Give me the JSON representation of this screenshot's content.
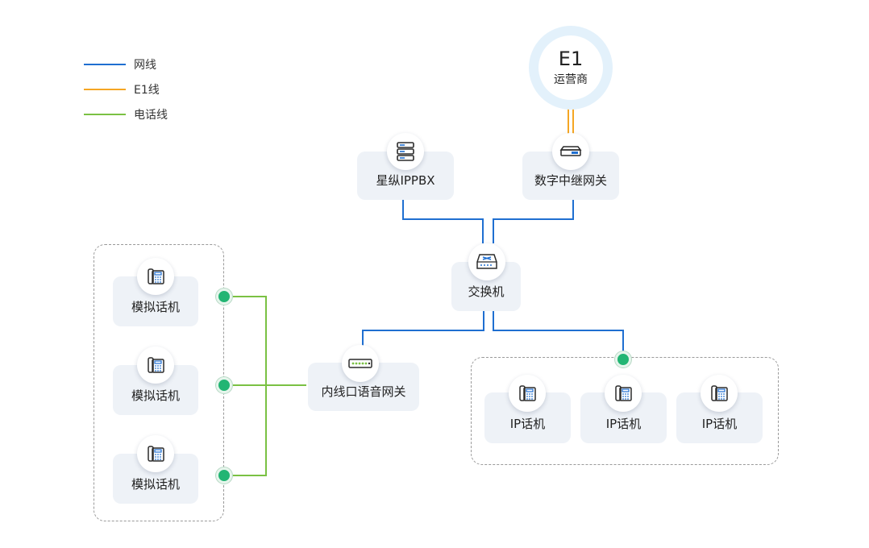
{
  "legend": [
    {
      "label": "网线",
      "color": "#1f6fd1"
    },
    {
      "label": "E1线",
      "color": "#f5a623"
    },
    {
      "label": "电话线",
      "color": "#7ac143"
    }
  ],
  "carrier": {
    "title": "E1",
    "subtitle": "运营商"
  },
  "nodes": {
    "pbx": "星纵IPPBX",
    "trunk_gateway": "数字中继网关",
    "switch": "交换机",
    "fxs_gateway": "内线口语音网关",
    "analog_phones": [
      "模拟话机",
      "模拟话机",
      "模拟话机"
    ],
    "ip_phones": [
      "IP话机",
      "IP话机",
      "IP话机"
    ]
  },
  "colors": {
    "lan": "#1f6fd1",
    "e1": "#f5a623",
    "phone_line": "#7ac143",
    "node_bg": "#eef2f7",
    "port_dot": "#22b573"
  },
  "icons": {
    "pbx": "server-icon",
    "trunk_gateway": "gateway-device-icon",
    "switch": "switch-icon",
    "fxs_gateway": "voice-gateway-icon",
    "phone": "desk-phone-icon"
  }
}
